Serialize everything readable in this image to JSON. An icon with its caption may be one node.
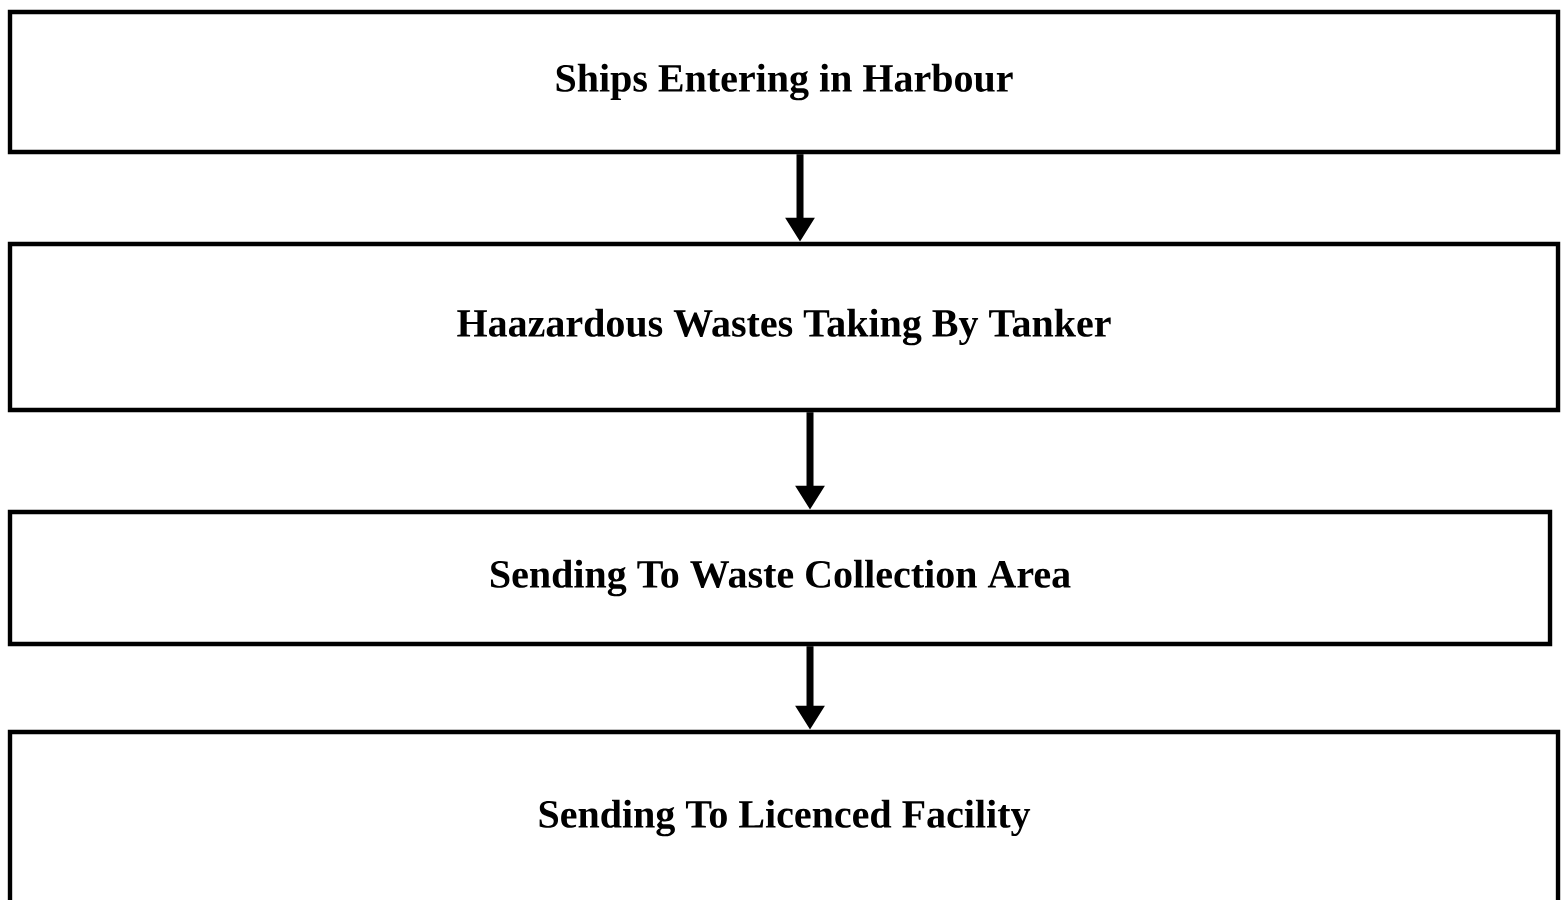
{
  "diagram": {
    "nodes": [
      {
        "text": [
          "Ships Entering in Harbour"
        ]
      },
      {
        "text": [
          "Haazardous Wastes Taking By Tanker"
        ]
      },
      {
        "text": [
          "Sending To Waste Collection Area"
        ]
      },
      {
        "text": [
          "Sending To Licenced Facility"
        ]
      }
    ],
    "edges": [
      {
        "from": 0,
        "to": 1,
        "arrow": "to"
      },
      {
        "from": 1,
        "to": 2,
        "arrow": "to"
      },
      {
        "from": 2,
        "to": 3,
        "arrow": "to"
      }
    ]
  }
}
